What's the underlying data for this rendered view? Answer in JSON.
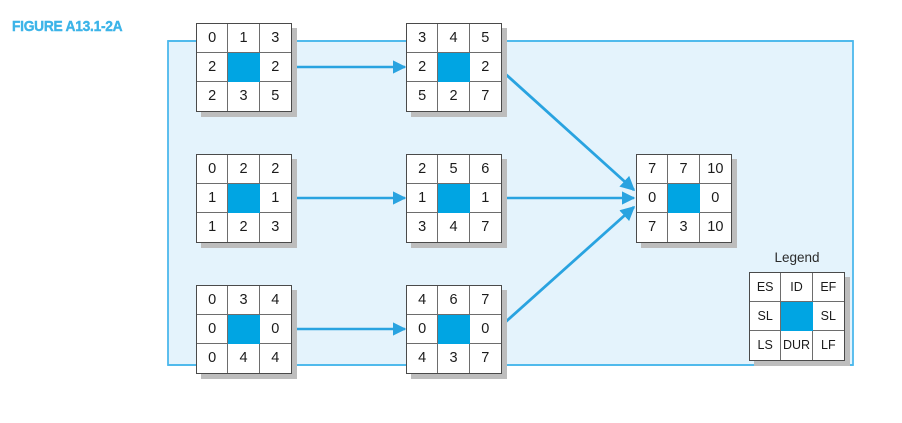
{
  "figure": {
    "title": "FIGURE A13.1-2A",
    "title_color": "#3cb4e8"
  },
  "colors": {
    "accent_blue": "#00a5e3",
    "arrow_blue": "#29a3e0",
    "region_fill": "#e4f3fc",
    "region_stroke": "#4cb8ec",
    "node_border": "#4a4a4a",
    "node_shadow": "#bdbdbd",
    "cell_text": "#1b1b1b"
  },
  "nodes": [
    {
      "id": "node-a",
      "cells": [
        "0",
        "1",
        "3",
        "2",
        "",
        "2",
        "2",
        "3",
        "5"
      ],
      "es": "0",
      "ident": "1",
      "ef": "3",
      "sl_left": "2",
      "sl_right": "2",
      "ls": "2",
      "dur": "3",
      "lf": "5"
    },
    {
      "id": "node-b",
      "cells": [
        "3",
        "4",
        "5",
        "2",
        "",
        "2",
        "5",
        "2",
        "7"
      ],
      "es": "3",
      "ident": "4",
      "ef": "5",
      "sl_left": "2",
      "sl_right": "2",
      "ls": "5",
      "dur": "2",
      "lf": "7"
    },
    {
      "id": "node-c",
      "cells": [
        "0",
        "2",
        "2",
        "1",
        "",
        "1",
        "1",
        "2",
        "3"
      ],
      "es": "0",
      "ident": "2",
      "ef": "2",
      "sl_left": "1",
      "sl_right": "1",
      "ls": "1",
      "dur": "2",
      "lf": "3"
    },
    {
      "id": "node-d",
      "cells": [
        "2",
        "5",
        "6",
        "1",
        "",
        "1",
        "3",
        "4",
        "7"
      ],
      "es": "2",
      "ident": "5",
      "ef": "6",
      "sl_left": "1",
      "sl_right": "1",
      "ls": "3",
      "dur": "4",
      "lf": "7"
    },
    {
      "id": "node-e",
      "cells": [
        "7",
        "7",
        "10",
        "0",
        "",
        "0",
        "7",
        "3",
        "10"
      ],
      "es": "7",
      "ident": "7",
      "ef": "10",
      "sl_left": "0",
      "sl_right": "0",
      "ls": "7",
      "dur": "3",
      "lf": "10"
    },
    {
      "id": "node-f",
      "cells": [
        "0",
        "3",
        "4",
        "0",
        "",
        "0",
        "0",
        "4",
        "4"
      ],
      "es": "0",
      "ident": "3",
      "ef": "4",
      "sl_left": "0",
      "sl_right": "0",
      "ls": "0",
      "dur": "4",
      "lf": "4"
    },
    {
      "id": "node-g",
      "cells": [
        "4",
        "6",
        "7",
        "0",
        "",
        "0",
        "4",
        "3",
        "7"
      ],
      "es": "4",
      "ident": "6",
      "ef": "7",
      "sl_left": "0",
      "sl_right": "0",
      "ls": "4",
      "dur": "3",
      "lf": "7"
    }
  ],
  "legend": {
    "title": "Legend",
    "cells": [
      "ES",
      "ID",
      "EF",
      "SL",
      "",
      "SL",
      "LS",
      "DUR",
      "LF"
    ]
  },
  "chart_data": {
    "type": "diagram",
    "diagram_kind": "activity-on-node project network",
    "title": "FIGURE A13.1-2A",
    "node_cell_meaning": {
      "top_left": "ES (Early Start)",
      "top_center": "ID (Activity Identifier)",
      "top_right": "EF (Early Finish)",
      "middle_left": "SL (Slack)",
      "middle_center": "highlighted activity body",
      "middle_right": "SL (Slack)",
      "bottom_left": "LS (Late Start)",
      "bottom_center": "DUR (Duration)",
      "bottom_right": "LF (Late Finish)"
    },
    "activities": [
      {
        "id": "1",
        "ES": 0,
        "EF": 3,
        "LS": 2,
        "LF": 5,
        "DUR": 3,
        "SL": 2,
        "row": "top",
        "col": 1
      },
      {
        "id": "4",
        "ES": 3,
        "EF": 5,
        "LS": 5,
        "LF": 7,
        "DUR": 2,
        "SL": 2,
        "row": "top",
        "col": 2
      },
      {
        "id": "2",
        "ES": 0,
        "EF": 2,
        "LS": 1,
        "LF": 3,
        "DUR": 2,
        "SL": 1,
        "row": "middle",
        "col": 1
      },
      {
        "id": "5",
        "ES": 2,
        "EF": 6,
        "LS": 3,
        "LF": 7,
        "DUR": 4,
        "SL": 1,
        "row": "middle",
        "col": 2
      },
      {
        "id": "7",
        "ES": 7,
        "EF": 10,
        "LS": 7,
        "LF": 10,
        "DUR": 3,
        "SL": 0,
        "row": "middle",
        "col": 3
      },
      {
        "id": "3",
        "ES": 0,
        "EF": 4,
        "LS": 0,
        "LF": 4,
        "DUR": 4,
        "SL": 0,
        "row": "bottom",
        "col": 1
      },
      {
        "id": "6",
        "ES": 4,
        "EF": 7,
        "LS": 4,
        "LF": 7,
        "DUR": 3,
        "SL": 0,
        "row": "bottom",
        "col": 2
      }
    ],
    "edges": [
      {
        "from": "1",
        "to": "4"
      },
      {
        "from": "2",
        "to": "5"
      },
      {
        "from": "3",
        "to": "6"
      },
      {
        "from": "4",
        "to": "7"
      },
      {
        "from": "5",
        "to": "7"
      },
      {
        "from": "6",
        "to": "7"
      }
    ],
    "critical_path": [
      "3",
      "6",
      "7"
    ]
  }
}
